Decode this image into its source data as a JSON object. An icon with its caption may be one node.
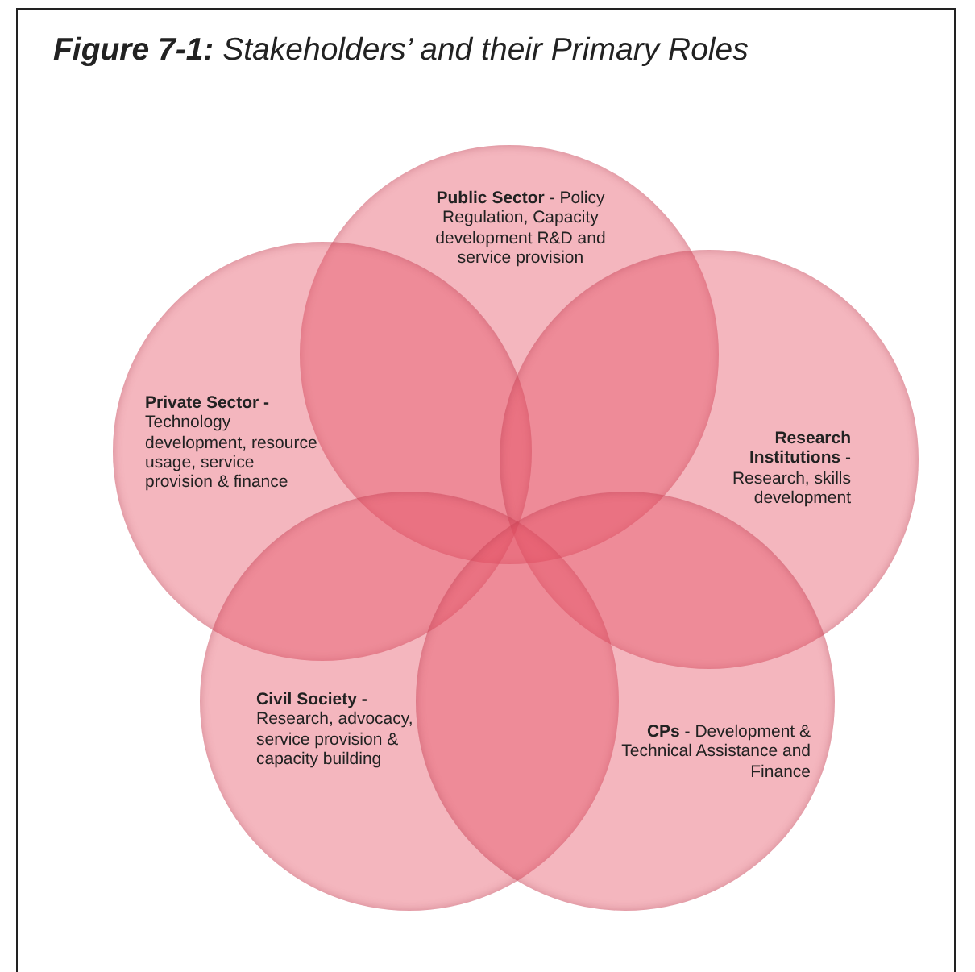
{
  "diagram": {
    "title": "**Figure 7-1:** Stakeholders’ and their Primary Roles",
    "nodes": [
      {
        "text": [
          "**Public Sector** - Policy Regulation, Capacity development R&D and service provision"
        ]
      },
      {
        "text": [
          "**Private Sector -** Technology development, resource usage, service provision & finance"
        ]
      },
      {
        "text": [
          "**Research Institutions** - Research, skills development"
        ]
      },
      {
        "text": [
          "**Civil Society -** Research, advocacy, service provision & capacity building"
        ]
      },
      {
        "text": [
          "**CPs** - Development & Technical Assistance and Finance"
        ]
      }
    ],
    "edges": []
  }
}
